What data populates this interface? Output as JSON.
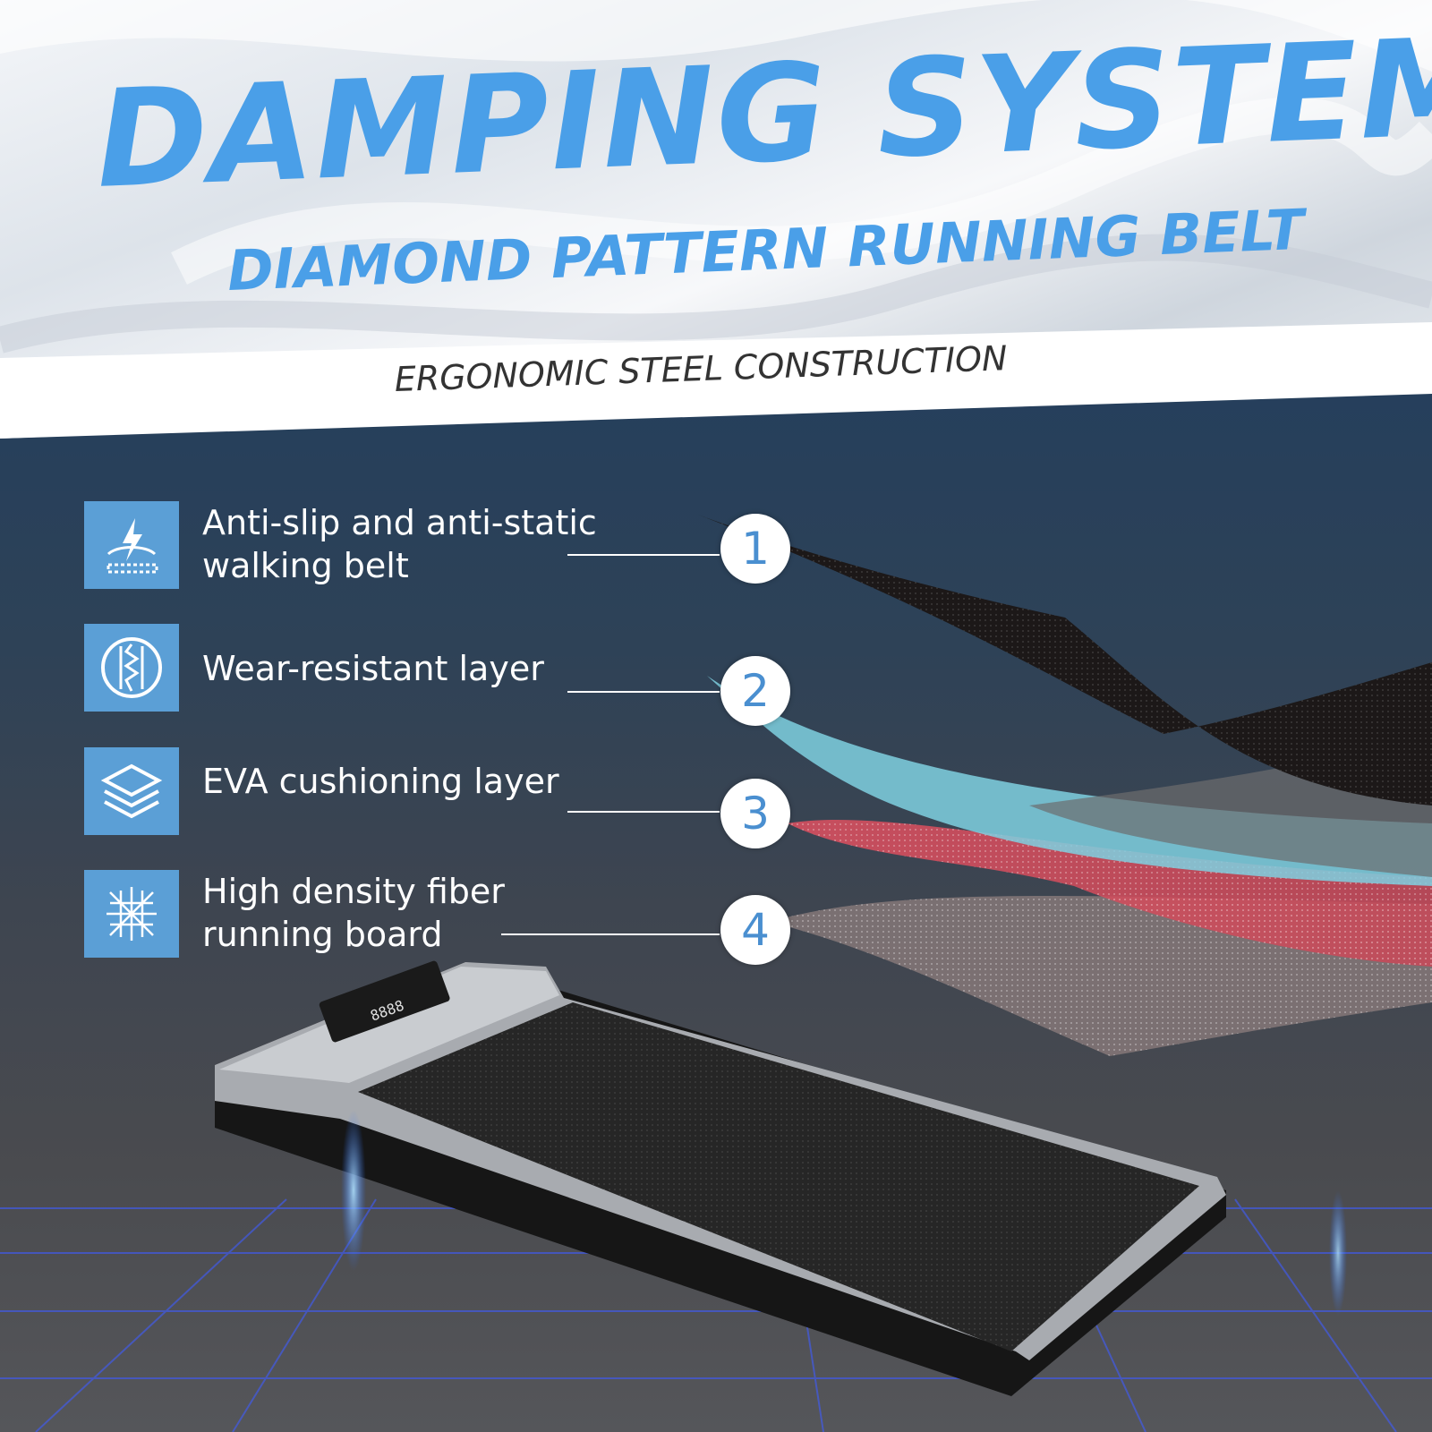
{
  "header": {
    "title": "DAMPING SYSTEM",
    "subtitle": "DIAMOND PATTERN RUNNING BELT",
    "tagline": "ERGONOMIC STEEL CONSTRUCTION"
  },
  "features": [
    {
      "number": "1",
      "label_line1": "Anti-slip and anti-static",
      "label_line2": "walking belt",
      "icon": "lightning-belt-icon"
    },
    {
      "number": "2",
      "label_line1": "Wear-resistant layer",
      "label_line2": "",
      "icon": "wave-circle-icon"
    },
    {
      "number": "3",
      "label_line1": "EVA cushioning layer",
      "label_line2": "",
      "icon": "layers-icon"
    },
    {
      "number": "4",
      "label_line1": "High density fiber",
      "label_line2": "running board",
      "icon": "fiber-mesh-icon"
    }
  ],
  "device": {
    "display_readout": "8888"
  },
  "colors": {
    "accent_blue": "#4a9fe8",
    "icon_box": "#5b9fd6",
    "number_text": "#4a8fd0"
  }
}
